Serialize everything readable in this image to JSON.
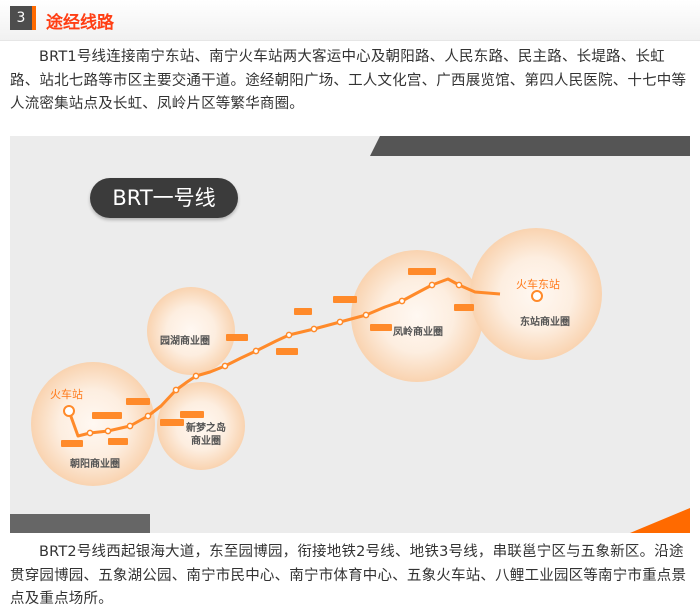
{
  "section": {
    "number": "3",
    "title": "途经线路"
  },
  "paragraph1": "BRT1号线连接南宁东站、南宁火车站两大客运中心及朝阳路、人民东路、民主路、长堤路、长虹路、站北七路等市区主要交通干道。途经朝阳广场、工人文化宫、广西展览馆、第四人民医院、十七中等人流密集站点及长虹、凤岭片区等繁华商圈。",
  "paragraph2": "BRT2号线西起银海大道，东至园博园，衔接地铁2号线、地铁3号线，串联邕宁区与五象新区。沿途贯穿园博园、五象湖公园、南宁市民中心、南宁市体育中心、五象火车站、八鲤工业园区等南宁市重点景点及重点场所。",
  "map": {
    "line_name": "BRT一号线",
    "start_station": "火车站",
    "end_station": "火车东站",
    "districts": [
      "园湖商业圈",
      "新梦之岛商业圈",
      "朝阳商业圈",
      "凤岭商业圈",
      "东站商业圈"
    ],
    "line_color": "#ff8a2a",
    "circle_color": "#fbe3cf"
  }
}
